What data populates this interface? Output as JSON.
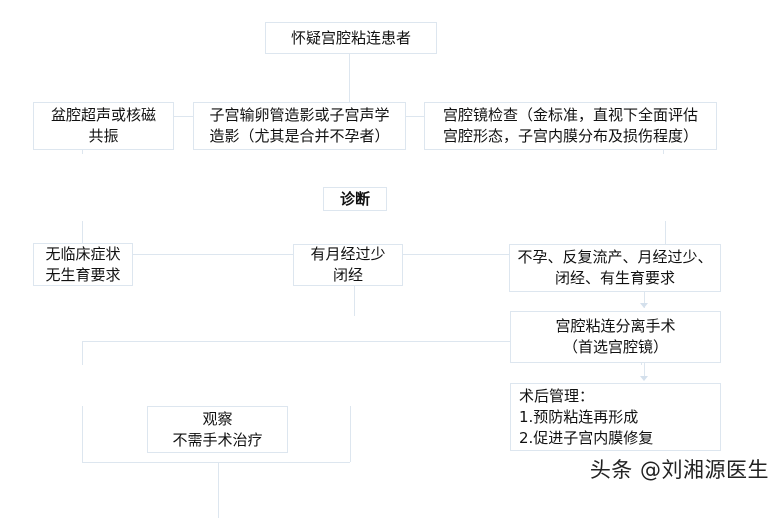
{
  "title": "怀疑宫腔粘连患者",
  "examinations": [
    {
      "line1": "盆腔超声或核磁",
      "line2": "共振"
    },
    {
      "line1": "子宫输卵管造影或子宫声学",
      "line2": "造影（尤其是合并不孕者）"
    },
    {
      "line1": "宫腔镜检查（金标准，直视下全面评估",
      "line2": "宫腔形态，子宫内膜分布及损伤程度）"
    }
  ],
  "diagnosis": "诊断",
  "branches": [
    {
      "line1": "无临床症状",
      "line2": "无生育要求"
    },
    {
      "line1": "有月经过少",
      "line2": "闭经"
    },
    {
      "line1": "不孕、反复流产、月经过少、",
      "line2": "闭经、有生育要求"
    }
  ],
  "observe": {
    "line1": "观察",
    "line2": "不需手术治疗"
  },
  "surgery": {
    "line1": "宫腔粘连分离手术",
    "line2": "（首选宫腔镜）"
  },
  "postop": {
    "line1": "术后管理：",
    "line2": "1.预防粘连再形成",
    "line3": "2.促进子宫内膜修复"
  },
  "watermark": "头条 @刘湘源医生",
  "colors": {
    "border": "#dde6ef",
    "text": "#111111",
    "background": "#ffffff"
  }
}
